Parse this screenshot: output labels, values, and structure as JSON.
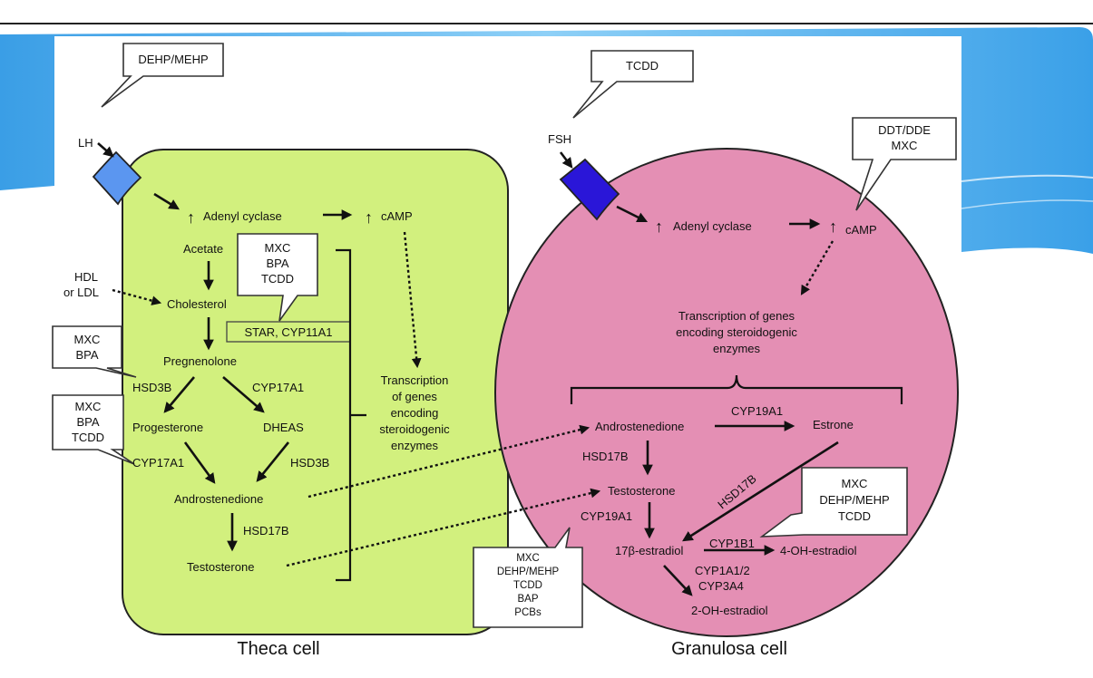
{
  "theca": {
    "caption": "Theca cell",
    "hormone": "LH",
    "adenyl": "Adenyl cyclase",
    "camp": "cAMP",
    "up_arrow": "↑",
    "acetate": "Acetate",
    "hdl_line1": "HDL",
    "hdl_line2": "or LDL",
    "cholesterol": "Cholesterol",
    "star": "STAR, CYP11A1",
    "pregnenolone": "Pregnenolone",
    "hsd3b_left": "HSD3B",
    "cyp17a1_top": "CYP17A1",
    "progesterone": "Progesterone",
    "dheas": "DHEAS",
    "cyp17a1_left": "CYP17A1",
    "hsd3b_right": "HSD3B",
    "androstenedione": "Androstenedione",
    "hsd17b": "HSD17B",
    "testosterone": "Testosterone",
    "transcription": [
      "Transcription",
      "of genes",
      "encoding",
      "steroidogenic",
      "enzymes"
    ]
  },
  "granulosa": {
    "caption": "Granulosa cell",
    "hormone": "FSH",
    "adenyl": "Adenyl cyclase",
    "camp": "cAMP",
    "transcription": [
      "Transcription of genes",
      "encoding steroidogenic",
      "enzymes"
    ],
    "androstenedione": "Androstenedione",
    "cyp19a1_top": "CYP19A1",
    "estrone": "Estrone",
    "hsd17b_left": "HSD17B",
    "hsd17b_diag": "HSD17B",
    "testosterone": "Testosterone",
    "cyp19a1_left": "CYP19A1",
    "estradiol": "17β-estradiol",
    "cyp1b1": "CYP1B1",
    "oh4": "4-OH-estradiol",
    "cyp1a": "CYP1A1/2",
    "cyp3a4": "CYP3A4",
    "oh2": "2-OH-estradiol"
  },
  "callouts": {
    "dehp_top": [
      "DEHP/MEHP"
    ],
    "tcdd_top": [
      "TCDD"
    ],
    "ddt": [
      "DDT/DDE",
      "MXC"
    ],
    "mxc_bpa_tcdd_inner": [
      "MXC",
      "BPA",
      "TCDD"
    ],
    "mxc_bpa_left": [
      "MXC",
      "BPA"
    ],
    "mxc_bpa_tcdd_left": [
      "MXC",
      "BPA",
      "TCDD"
    ],
    "mxc_dehp_tcdd_right": [
      "MXC",
      "DEHP/MEHP",
      "TCDD"
    ],
    "bottom_list": [
      "MXC",
      "DEHP/MEHP",
      "TCDD",
      "BAP",
      "PCBs"
    ]
  },
  "colors": {
    "theca_fill": "#d2f07e",
    "granulosa_fill": "#e48fb4",
    "lh_receptor": "#5b96f0",
    "fsh_receptor": "#2a16d8",
    "slide_blue": "#4aa6ea"
  }
}
